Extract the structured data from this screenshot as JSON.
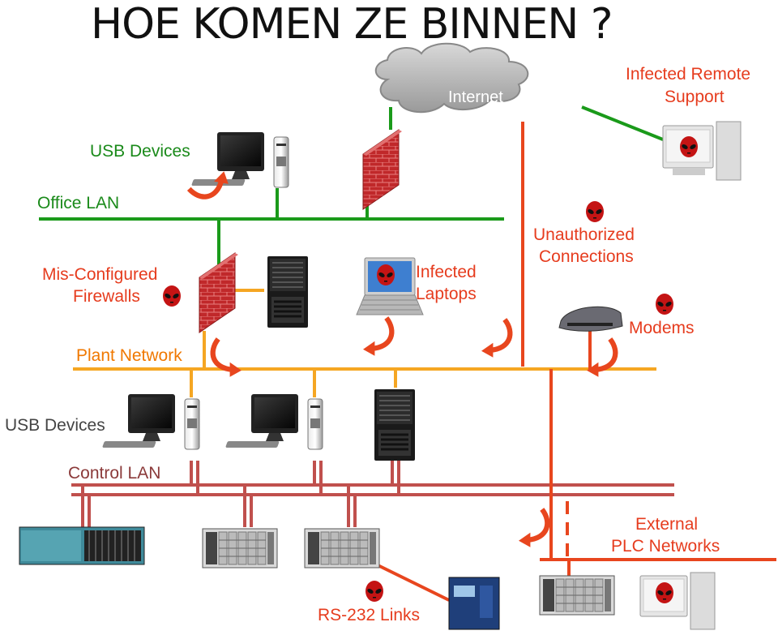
{
  "title": "HOE KOMEN ZE BINNEN ?",
  "labels": {
    "internet": "Internet",
    "infected_remote_support_1": "Infected Remote",
    "infected_remote_support_2": "Support",
    "usb_devices_top": "USB Devices",
    "office_lan": "Office LAN",
    "misconfigured_1": "Mis-Configured",
    "misconfigured_2": "Firewalls",
    "infected_laptops_1": "Infected",
    "infected_laptops_2": "Laptops",
    "unauthorized_1": "Unauthorized",
    "unauthorized_2": "Connections",
    "modems": "Modems",
    "plant_network": "Plant Network",
    "usb_devices_bottom": "USB Devices",
    "control_lan": "Control LAN",
    "external_1": "External",
    "external_2": "PLC Networks",
    "rs232": "RS-232 Links"
  },
  "colors": {
    "office_lan": "#1a9a1a",
    "plant_network": "#f5a623",
    "control_lan": "#c0504d",
    "threat_path": "#e8461e",
    "firewall": "#c0282a",
    "threat_icon": "#c41414"
  },
  "icons": [
    "cloud-icon",
    "firewall-icon",
    "computer-icon",
    "server-icon",
    "laptop-icon",
    "modem-icon",
    "plc-rack-icon",
    "alien-threat-icon",
    "curved-arrow-icon"
  ]
}
